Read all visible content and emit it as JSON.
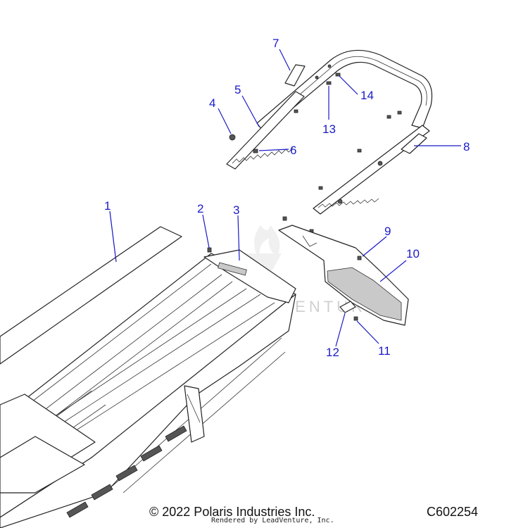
{
  "diagram": {
    "callouts": [
      "1",
      "2",
      "3",
      "4",
      "5",
      "6",
      "7",
      "8",
      "9",
      "10",
      "11",
      "12",
      "13",
      "14"
    ],
    "watermark": "LEADVENTURE"
  },
  "footer": {
    "copyright": "© 2022 Polaris Industries Inc.",
    "code": "C602254",
    "credit": "Rendered by LeadVenture, Inc."
  }
}
